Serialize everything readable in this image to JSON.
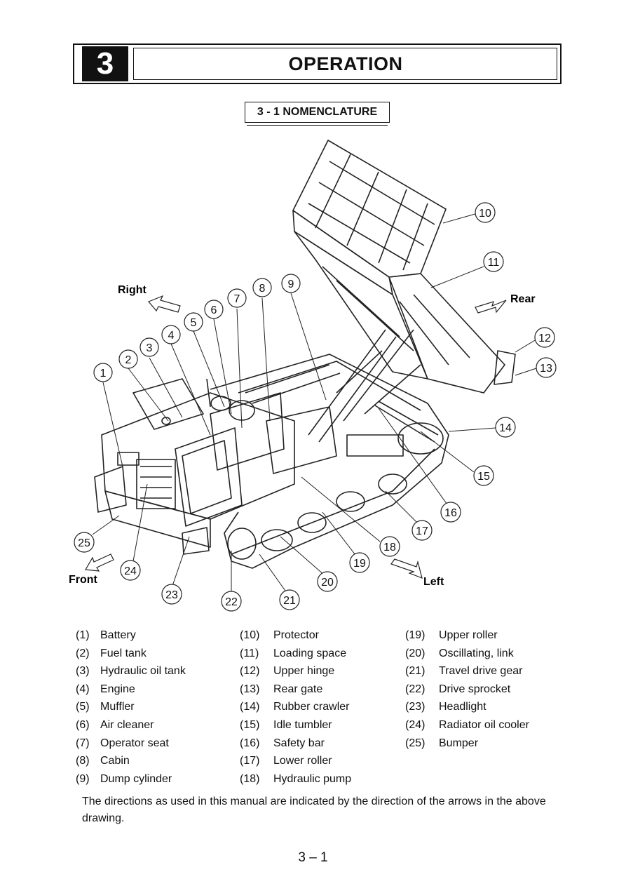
{
  "chapter": {
    "number": "3",
    "title": "OPERATION"
  },
  "section": {
    "title": "3 - 1  NOMENCLATURE"
  },
  "directions": {
    "right": "Right",
    "rear": "Rear",
    "front": "Front",
    "left": "Left"
  },
  "callouts": [
    "1",
    "2",
    "3",
    "4",
    "5",
    "6",
    "7",
    "8",
    "9",
    "10",
    "11",
    "12",
    "13",
    "14",
    "15",
    "16",
    "17",
    "18",
    "19",
    "20",
    "21",
    "22",
    "23",
    "24",
    "25"
  ],
  "legend": {
    "col1": [
      {
        "num": "(1)",
        "name": "Battery"
      },
      {
        "num": "(2)",
        "name": "Fuel tank"
      },
      {
        "num": "(3)",
        "name": "Hydraulic oil tank"
      },
      {
        "num": "(4)",
        "name": "Engine"
      },
      {
        "num": "(5)",
        "name": "Muffler"
      },
      {
        "num": "(6)",
        "name": "Air cleaner"
      },
      {
        "num": "(7)",
        "name": "Operator seat"
      },
      {
        "num": "(8)",
        "name": "Cabin"
      },
      {
        "num": "(9)",
        "name": "Dump cylinder"
      }
    ],
    "col2": [
      {
        "num": "(10)",
        "name": "Protector"
      },
      {
        "num": "(11)",
        "name": "Loading space"
      },
      {
        "num": "(12)",
        "name": "Upper hinge"
      },
      {
        "num": "(13)",
        "name": "Rear gate"
      },
      {
        "num": "(14)",
        "name": "Rubber crawler"
      },
      {
        "num": "(15)",
        "name": "Idle tumbler"
      },
      {
        "num": "(16)",
        "name": "Safety bar"
      },
      {
        "num": "(17)",
        "name": "Lower roller"
      },
      {
        "num": "(18)",
        "name": "Hydraulic pump"
      }
    ],
    "col3": [
      {
        "num": "(19)",
        "name": "Upper roller"
      },
      {
        "num": "(20)",
        "name": "Oscillating, link"
      },
      {
        "num": "(21)",
        "name": "Travel drive gear"
      },
      {
        "num": "(22)",
        "name": "Drive sprocket"
      },
      {
        "num": "(23)",
        "name": "Headlight"
      },
      {
        "num": "(24)",
        "name": "Radiator oil cooler"
      },
      {
        "num": "(25)",
        "name": "Bumper"
      }
    ]
  },
  "note": "The directions as used in this manual are indicated by the direction of the arrows in the above drawing.",
  "page_number": "3 – 1"
}
